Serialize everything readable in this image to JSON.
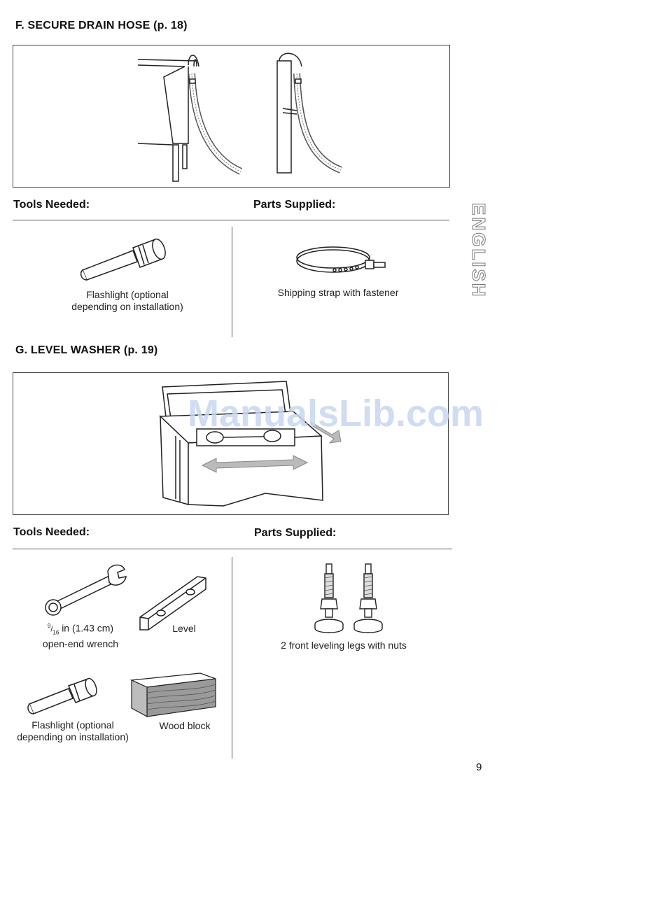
{
  "side_tab": "ENGLISH",
  "watermark": "ManualsLib.com",
  "page_number": "9",
  "section_f": {
    "title": "F. SECURE DRAIN HOSE (p. 18)",
    "tools_label": "Tools Needed:",
    "parts_label": "Parts Supplied:",
    "tools": [
      {
        "caption_line1": "Flashlight (optional",
        "caption_line2": "depending on installation)",
        "icon": "flashlight-icon"
      }
    ],
    "parts": [
      {
        "caption": "Shipping strap with fastener",
        "icon": "shipping-strap-icon"
      }
    ]
  },
  "section_g": {
    "title": "G. LEVEL WASHER (p. 19)",
    "tools_label": "Tools Needed:",
    "parts_label": "Parts Supplied:",
    "tools": [
      {
        "caption_line1": "in (1.43 cm)",
        "caption_fraction_num": "9",
        "caption_fraction_den": "16",
        "caption_line2": "open-end wrench",
        "icon": "wrench-icon"
      },
      {
        "caption": "Level",
        "icon": "level-icon"
      },
      {
        "caption_line1": "Flashlight (optional",
        "caption_line2": "depending on installation)",
        "icon": "flashlight-icon"
      },
      {
        "caption": "Wood block",
        "icon": "wood-block-icon"
      }
    ],
    "parts": [
      {
        "caption": "2 front leveling legs with nuts",
        "icon": "leveling-leg-icon"
      }
    ]
  }
}
